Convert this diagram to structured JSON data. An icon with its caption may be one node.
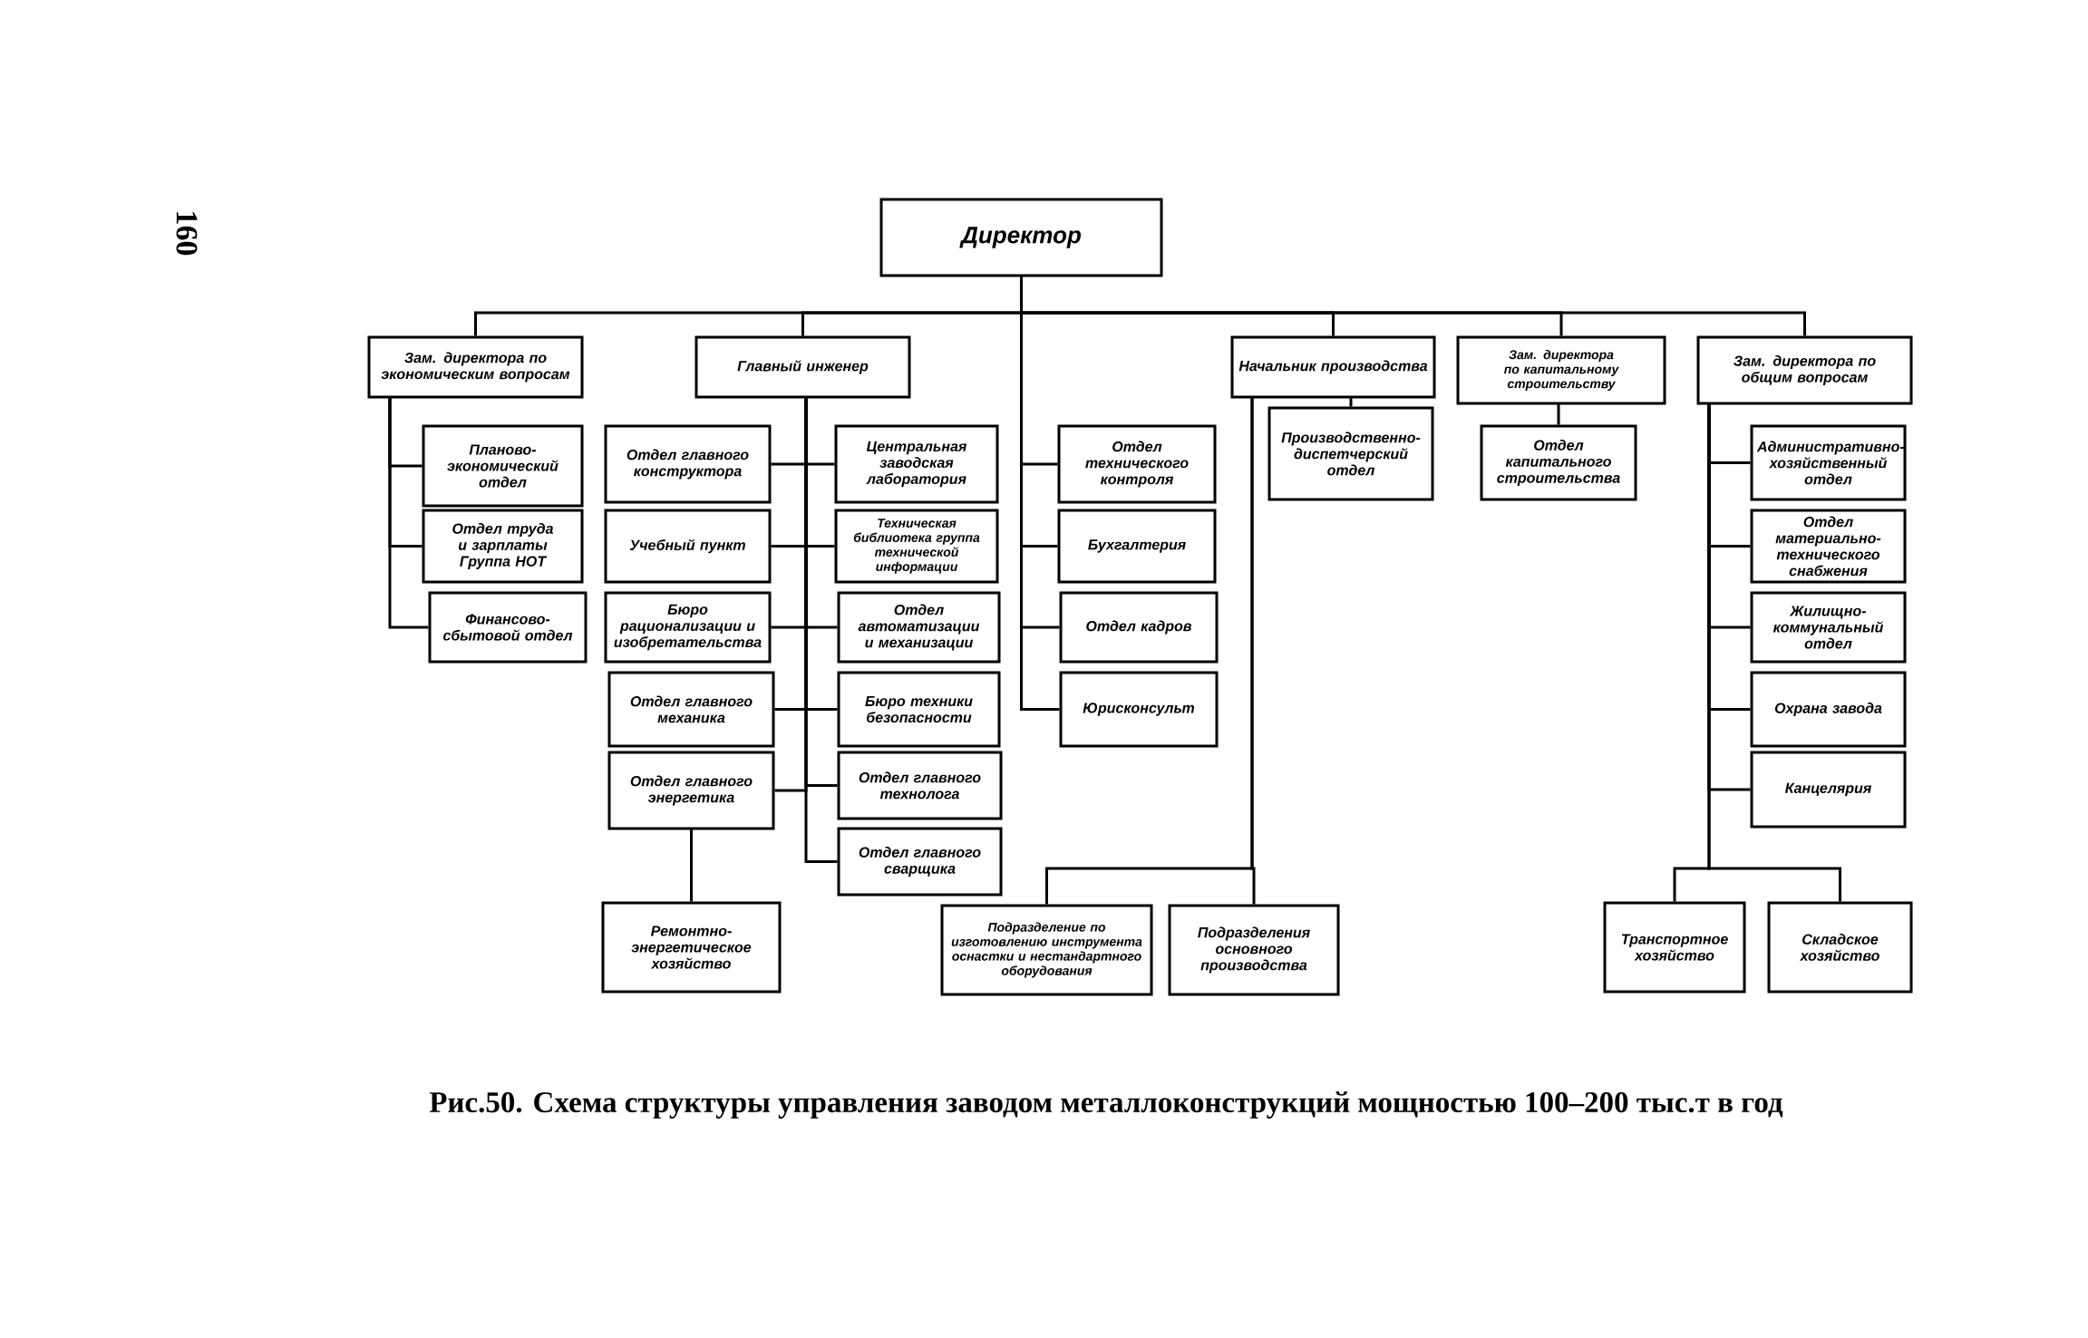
{
  "diagram": {
    "caption": "Рис.50. Схема структуры управления заводом металлоконструкций мощностью 100–200 тыс.т в год",
    "nodes": [
      {
        "text": [
          "Директор"
        ]
      },
      {
        "text": [
          "Зам. директора по экономическим вопросам"
        ]
      },
      {
        "text": [
          "Главный инженер"
        ]
      },
      {
        "text": [
          "Начальник производства"
        ]
      },
      {
        "text": [
          "Зам. директора по капитальному строительству"
        ]
      },
      {
        "text": [
          "Зам. директора по общим вопросам"
        ]
      },
      {
        "text": [
          "Планово-экономический отдел"
        ]
      },
      {
        "text": [
          "Отдел труда и зарплаты Группа НОТ"
        ]
      },
      {
        "text": [
          "Финансово-сбытовой отдел"
        ]
      },
      {
        "text": [
          "Отдел главного конструктора"
        ]
      },
      {
        "text": [
          "Учебный пункт"
        ]
      },
      {
        "text": [
          "Бюро рационализации и изобретательства"
        ]
      },
      {
        "text": [
          "Отдел главного механика"
        ]
      },
      {
        "text": [
          "Отдел главного энергетика"
        ]
      },
      {
        "text": [
          "Центральная заводская лаборатория"
        ]
      },
      {
        "text": [
          "Техническая библиотека группа технической информации"
        ]
      },
      {
        "text": [
          "Отдел автоматизации и механизации"
        ]
      },
      {
        "text": [
          "Бюро техники безопасности"
        ]
      },
      {
        "text": [
          "Отдел главного технолога"
        ]
      },
      {
        "text": [
          "Отдел главного сварщика"
        ]
      },
      {
        "text": [
          "Ремонтно-энергетическое хозяйство"
        ]
      },
      {
        "text": [
          "Отдел технического контроля"
        ]
      },
      {
        "text": [
          "Бухгалтерия"
        ]
      },
      {
        "text": [
          "Отдел кадров"
        ]
      },
      {
        "text": [
          "Юрисконсульт"
        ]
      },
      {
        "text": [
          "Производственно-диспетчерский отдел"
        ]
      },
      {
        "text": [
          "Подразделение по изготовлению инструмента оснастки и нестандартного оборудования"
        ]
      },
      {
        "text": [
          "Подразделения основного производства"
        ]
      },
      {
        "text": [
          "Отдел капитального строительства"
        ]
      },
      {
        "text": [
          "Административно-хозяйственный отдел"
        ]
      },
      {
        "text": [
          "Отдел материально-технического снабжения"
        ]
      },
      {
        "text": [
          "Жилищно-коммунальный отдел"
        ]
      },
      {
        "text": [
          "Охрана завода"
        ]
      },
      {
        "text": [
          "Канцелярия"
        ]
      },
      {
        "text": [
          "Транспортное хозяйство"
        ]
      },
      {
        "text": [
          "Складское хозяйство"
        ]
      }
    ],
    "edges": [
      {
        "from": 0,
        "to": 1,
        "arrow": "none"
      },
      {
        "from": 0,
        "to": 2,
        "arrow": "none"
      },
      {
        "from": 0,
        "to": 3,
        "arrow": "none"
      },
      {
        "from": 0,
        "to": 4,
        "arrow": "none"
      },
      {
        "from": 0,
        "to": 5,
        "arrow": "none"
      },
      {
        "from": 0,
        "to": 21,
        "arrow": "none"
      },
      {
        "from": 0,
        "to": 22,
        "arrow": "none"
      },
      {
        "from": 0,
        "to": 23,
        "arrow": "none"
      },
      {
        "from": 0,
        "to": 24,
        "arrow": "none"
      },
      {
        "from": 1,
        "to": 6,
        "arrow": "none"
      },
      {
        "from": 1,
        "to": 7,
        "arrow": "none"
      },
      {
        "from": 1,
        "to": 8,
        "arrow": "none"
      },
      {
        "from": 2,
        "to": 9,
        "arrow": "none"
      },
      {
        "from": 2,
        "to": 10,
        "arrow": "none"
      },
      {
        "from": 2,
        "to": 11,
        "arrow": "none"
      },
      {
        "from": 2,
        "to": 12,
        "arrow": "none"
      },
      {
        "from": 2,
        "to": 13,
        "arrow": "none"
      },
      {
        "from": 2,
        "to": 14,
        "arrow": "none"
      },
      {
        "from": 2,
        "to": 15,
        "arrow": "none"
      },
      {
        "from": 2,
        "to": 16,
        "arrow": "none"
      },
      {
        "from": 2,
        "to": 17,
        "arrow": "none"
      },
      {
        "from": 2,
        "to": 18,
        "arrow": "none"
      },
      {
        "from": 2,
        "to": 19,
        "arrow": "none"
      },
      {
        "from": 13,
        "to": 20,
        "arrow": "none"
      },
      {
        "from": 3,
        "to": 25,
        "arrow": "none"
      },
      {
        "from": 3,
        "to": 26,
        "arrow": "none"
      },
      {
        "from": 3,
        "to": 27,
        "arrow": "none"
      },
      {
        "from": 4,
        "to": 28,
        "arrow": "none"
      },
      {
        "from": 5,
        "to": 29,
        "arrow": "none"
      },
      {
        "from": 5,
        "to": 30,
        "arrow": "none"
      },
      {
        "from": 5,
        "to": 31,
        "arrow": "none"
      },
      {
        "from": 5,
        "to": 32,
        "arrow": "none"
      },
      {
        "from": 5,
        "to": 33,
        "arrow": "none"
      },
      {
        "from": 5,
        "to": 34,
        "arrow": "none"
      },
      {
        "from": 5,
        "to": 35,
        "arrow": "none"
      }
    ],
    "labels": [
      "160"
    ]
  }
}
